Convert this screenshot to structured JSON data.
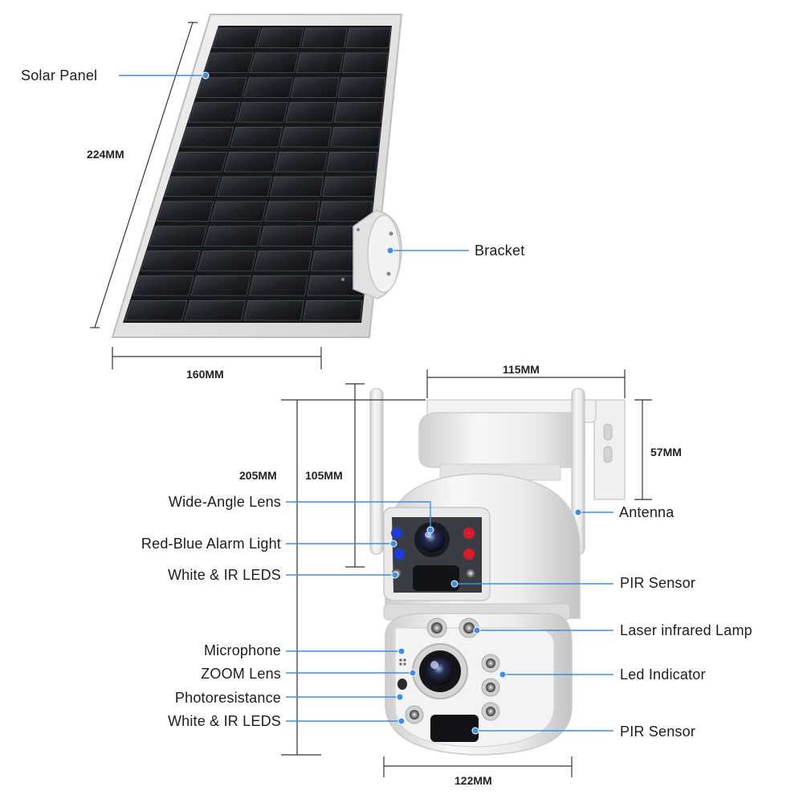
{
  "dimensions": {
    "panel_height": "224MM",
    "panel_width": "160MM",
    "top_width": "115MM",
    "mount_height": "57MM",
    "total_height": "205MM",
    "upper_height": "105MM",
    "body_width": "122MM"
  },
  "callouts": {
    "solar_panel": "Solar Panel",
    "bracket": "Bracket",
    "antenna": "Antenna",
    "wide_angle_lens": "Wide-Angle Lens",
    "red_blue_alarm": "Red-Blue Alarm Light",
    "white_ir_leds_upper": "White & IR LEDS",
    "pir_sensor_upper": "PIR Sensor",
    "laser_ir_lamp": "Laser infrared Lamp",
    "microphone": "Microphone",
    "zoom_lens": "ZOOM Lens",
    "led_indicator": "Led Indicator",
    "photoresistance": "Photoresistance",
    "white_ir_leds_lower": "White & IR LEDS",
    "pir_sensor_lower": "PIR Sensor"
  },
  "colors": {
    "callout_line": "#3d8ee6",
    "dimension_line": "#333333"
  }
}
